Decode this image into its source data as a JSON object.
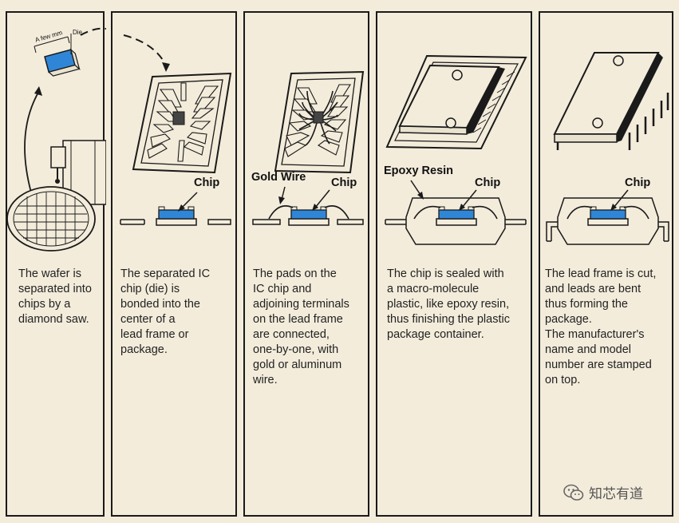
{
  "colors": {
    "background": "#f3ecdb",
    "chip_blue": "#2f86d6",
    "line": "#1a1a1a"
  },
  "panels": [
    {
      "caption": "The wafer is\nseparated into\nchips by a\ndiamond saw.",
      "labels": {
        "few_mm": "A few mm",
        "die": "Die"
      }
    },
    {
      "caption": "The separated IC\nchip (die) is\nbonded into the\ncenter of a\nlead frame or\npackage.",
      "labels": {
        "chip": "Chip"
      }
    },
    {
      "caption": "The pads on the\nIC chip and\nadjoining terminals\non the lead frame\nare connected,\none-by-one, with\ngold or aluminum\nwire.",
      "labels": {
        "gold_wire": "Gold Wire",
        "chip": "Chip"
      }
    },
    {
      "caption": "The chip is sealed with\na macro-molecule\nplastic, like epoxy resin,\nthus finishing the plastic\npackage container.",
      "labels": {
        "epoxy": "Epoxy Resin",
        "chip": "Chip"
      }
    },
    {
      "caption": "The lead frame is cut,\nand leads are bent\nthus forming the\npackage.\nThe manufacturer's\nname and model\nnumber are stamped\non top.",
      "labels": {
        "chip": "Chip"
      }
    }
  ],
  "watermark": {
    "text": "知芯有道"
  }
}
